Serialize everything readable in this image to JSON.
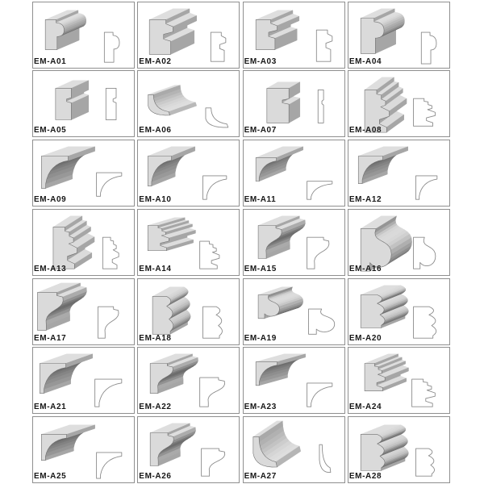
{
  "catalog": {
    "items": [
      {
        "code": "EM-A01"
      },
      {
        "code": "EM-A02"
      },
      {
        "code": "EM-A03"
      },
      {
        "code": "EM-A04"
      },
      {
        "code": "EM-A05"
      },
      {
        "code": "EM-A06"
      },
      {
        "code": "EM-A07"
      },
      {
        "code": "EM-A08"
      },
      {
        "code": "EM-A09"
      },
      {
        "code": "EM-A10"
      },
      {
        "code": "EM-A11"
      },
      {
        "code": "EM-A12"
      },
      {
        "code": "EM-A13"
      },
      {
        "code": "EM-A14"
      },
      {
        "code": "EM-A15"
      },
      {
        "code": "EM-A16"
      },
      {
        "code": "EM-A17"
      },
      {
        "code": "EM-A18"
      },
      {
        "code": "EM-A19"
      },
      {
        "code": "EM-A20"
      },
      {
        "code": "EM-A21"
      },
      {
        "code": "EM-A22"
      },
      {
        "code": "EM-A23"
      },
      {
        "code": "EM-A24"
      },
      {
        "code": "EM-A25"
      },
      {
        "code": "EM-A26"
      },
      {
        "code": "EM-A27"
      },
      {
        "code": "EM-A28"
      }
    ]
  },
  "colors": {
    "cell_border": "#8f8f8f",
    "end_cap": "#dadada",
    "outline": "#6f6f6f",
    "profile_fill": "#ffffff",
    "profile_stroke": "#8a8a8a"
  }
}
